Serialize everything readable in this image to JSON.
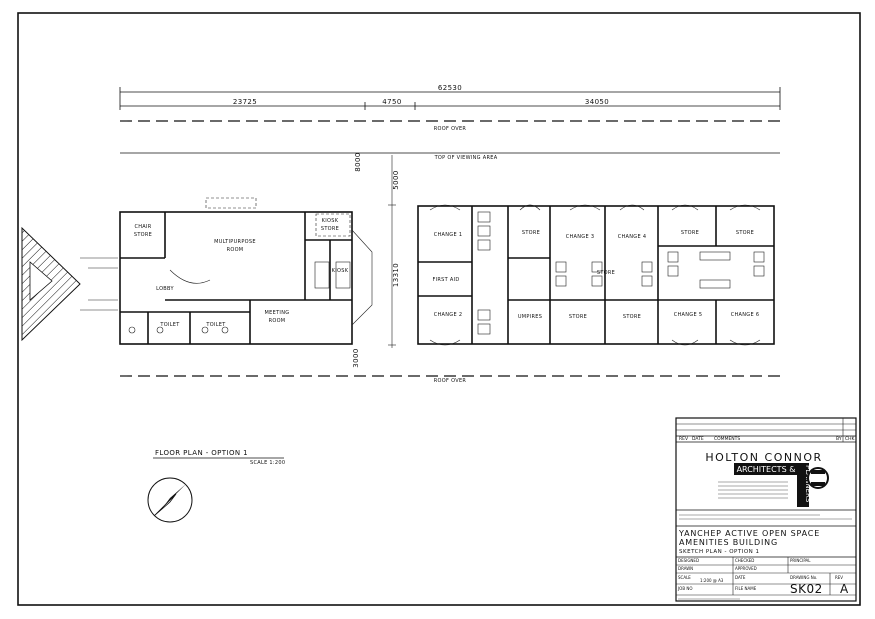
{
  "dimensions": {
    "overall": "62530",
    "left": "23725",
    "middle": "4750",
    "right": "34050",
    "vertical_top": "8000",
    "vertical_mid": "5000",
    "vertical_depth": "13310",
    "vertical_bottom": "3000"
  },
  "annotations": {
    "roof_over_top": "ROOF OVER",
    "top_of_viewing_area": "TOP OF VIEWING AREA",
    "roof_over_bottom": "ROOF OVER"
  },
  "rooms": {
    "chair_store_1": "CHAIR",
    "chair_store_2": "STORE",
    "multipurpose_1": "MULTIPURPOSE",
    "multipurpose_2": "ROOM",
    "kiosk_store_1": "KIOSK",
    "kiosk_store_2": "STORE",
    "kiosk": "KIOSK",
    "lobby": "LOBBY",
    "toilet_1": "TOILET",
    "toilet_2": "TOILET",
    "meeting_1": "MEETING",
    "meeting_2": "ROOM",
    "change_1": "CHANGE 1",
    "change_2": "CHANGE 2",
    "first_aid": "FIRST AID",
    "umpires": "UMPIRES",
    "store_a": "STORE",
    "store_b": "STORE",
    "store_c": "STORE",
    "store_d": "STORE",
    "store_e": "STORE",
    "store_f": "STORE",
    "change_3": "CHANGE 3",
    "change_4": "CHANGE 4",
    "change_5": "CHANGE 5",
    "change_6": "CHANGE 6"
  },
  "plan_title": {
    "title": "FLOOR PLAN - OPTION 1",
    "scale": "SCALE 1:200"
  },
  "title_block": {
    "rev": "REV",
    "date": "DATE",
    "comments": "COMMENTS",
    "by": "BY",
    "chk": "CHK",
    "firm_name": "HOLTON CONNOR",
    "firm_sub": "ARCHITECTS &",
    "firm_sub2": "PLANNERS",
    "project_line1": "YANCHEP ACTIVE OPEN SPACE",
    "project_line2": "AMENITIES BUILDING",
    "project_line3": "SKETCH PLAN - OPTION 1",
    "designed_label": "DESIGNED",
    "checked_label": "CHECKED",
    "drawn_label": "DRAWN",
    "approved_label": "APPROVED",
    "scale_label": "SCALE",
    "scale_value": "1:200 @ A3",
    "date_label": "DATE",
    "job_no_label": "JOB NO",
    "file_name_label": "FILE NAME",
    "principal_label": "PRINCIPAL",
    "drawing_no_label": "DRAWING No.",
    "rev_label": "REV",
    "drawing_no": "SK02",
    "revision": "A"
  }
}
